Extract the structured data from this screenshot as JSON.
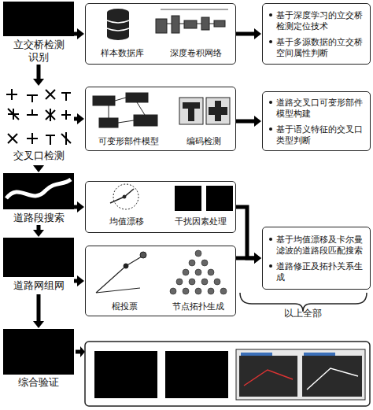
{
  "diagram": {
    "nodes": [
      {
        "text": [
          "立交桥检测识别"
        ]
      },
      {
        "text": [
          "样本数据库",
          "深度卷积网络"
        ]
      },
      {
        "text": [
          "基于深度学习的立交桥检测定位技术",
          "基于多源数据的立交桥空间属性判断"
        ]
      },
      {
        "text": [
          "交叉口检测"
        ]
      },
      {
        "text": [
          "可变形部件模型",
          "编码检测"
        ]
      },
      {
        "text": [
          "道路交叉口可变形部件模型构建",
          "基于语义特征的交叉口类型判断"
        ]
      },
      {
        "text": [
          "道路段搜索"
        ]
      },
      {
        "text": [
          "均值漂移",
          "干扰因素处理"
        ]
      },
      {
        "text": [
          "基于均值漂移及卡尔曼滤波的道路段匹配搜索",
          "道路修正及拓扑关系生成"
        ]
      },
      {
        "text": [
          "道路网组网"
        ]
      },
      {
        "text": [
          "棍投票",
          "节点拓扑生成"
        ]
      },
      {
        "text": [
          "综合验证"
        ]
      }
    ],
    "edges": [
      {
        "from": 0,
        "to": 1,
        "arrow": "to"
      },
      {
        "from": 1,
        "to": 2,
        "arrow": "to"
      },
      {
        "from": 0,
        "to": 3,
        "arrow": "to"
      },
      {
        "from": 3,
        "to": 4,
        "arrow": "to"
      },
      {
        "from": 4,
        "to": 5,
        "arrow": "to"
      },
      {
        "from": 3,
        "to": 6,
        "arrow": "to"
      },
      {
        "from": 6,
        "to": 7,
        "arrow": "to"
      },
      {
        "from": 7,
        "to": 8,
        "arrow": "to"
      },
      {
        "from": 6,
        "to": 9,
        "arrow": "to"
      },
      {
        "from": 9,
        "to": 10,
        "arrow": "to"
      },
      {
        "from": 10,
        "to": 8,
        "arrow": "to"
      },
      {
        "from": 9,
        "to": 11,
        "arrow": "to"
      }
    ],
    "labels": [
      "以上全部"
    ]
  }
}
